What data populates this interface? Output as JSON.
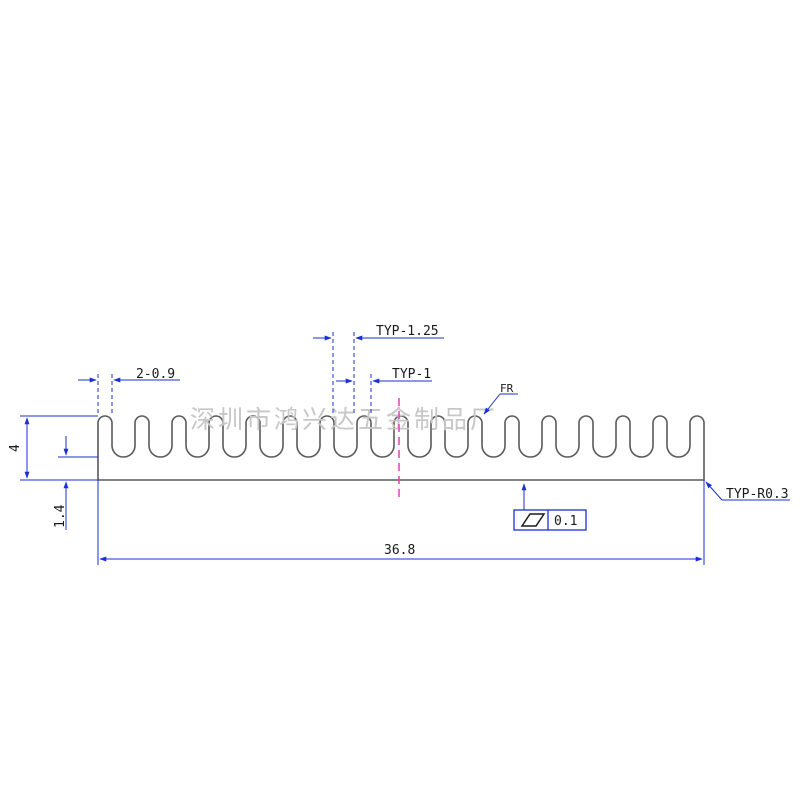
{
  "drawing": {
    "dimensions": {
      "overall_width": "36.8",
      "height": "4",
      "base_thickness": "1.4",
      "fin_pitch": "TYP-1.25",
      "fin_gap": "TYP-1",
      "end_fin_width": "2-0.9",
      "corner_radius": "TYP-R0.3",
      "fin_tip": "FR"
    },
    "flatness": {
      "symbol": "flatness-parallelogram",
      "tolerance": "0.1"
    },
    "fin_count": 17,
    "colors": {
      "profile": "#5a5a5a",
      "dimension": "#1a2fd6",
      "center_line": "#e040c0",
      "text": "#1a1a1a"
    }
  },
  "watermark": {
    "text": "深圳市鸿兴达五金制品厂"
  }
}
